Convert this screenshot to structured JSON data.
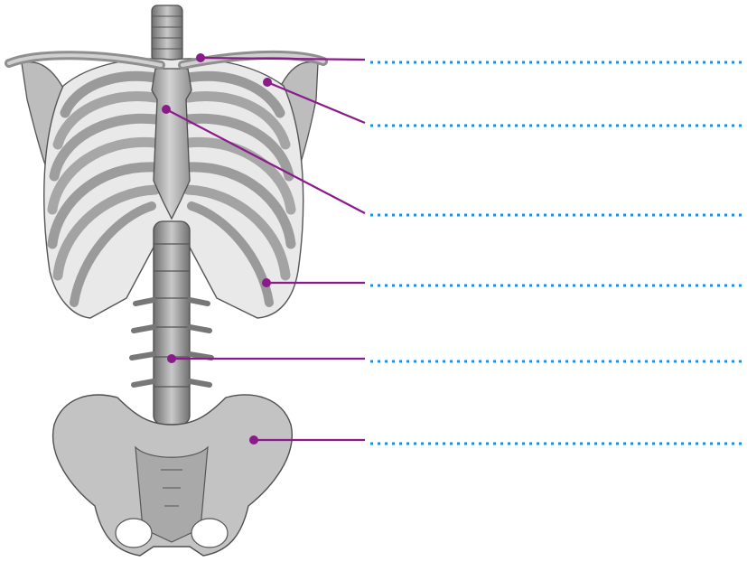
{
  "diagram": {
    "subject": "skeleton torso",
    "colors": {
      "background": "#ffffff",
      "leader_line": "#8b1a8b",
      "leader_dot": "#8b1a8b",
      "answer_line": "#1f8fe0",
      "bone_fill": "#b9b9b9",
      "bone_light": "#d9d9d9",
      "bone_dark": "#7d7d7d",
      "bone_outline": "#555555",
      "gap_fill": "#ececec"
    },
    "labels": [
      {
        "id": "label-1",
        "target": "clavicle",
        "text": ""
      },
      {
        "id": "label-2",
        "target": "scapula",
        "text": ""
      },
      {
        "id": "label-3",
        "target": "sternum",
        "text": ""
      },
      {
        "id": "label-4",
        "target": "ribs",
        "text": ""
      },
      {
        "id": "label-5",
        "target": "vertebral-column",
        "text": ""
      },
      {
        "id": "label-6",
        "target": "pelvis",
        "text": ""
      }
    ]
  }
}
